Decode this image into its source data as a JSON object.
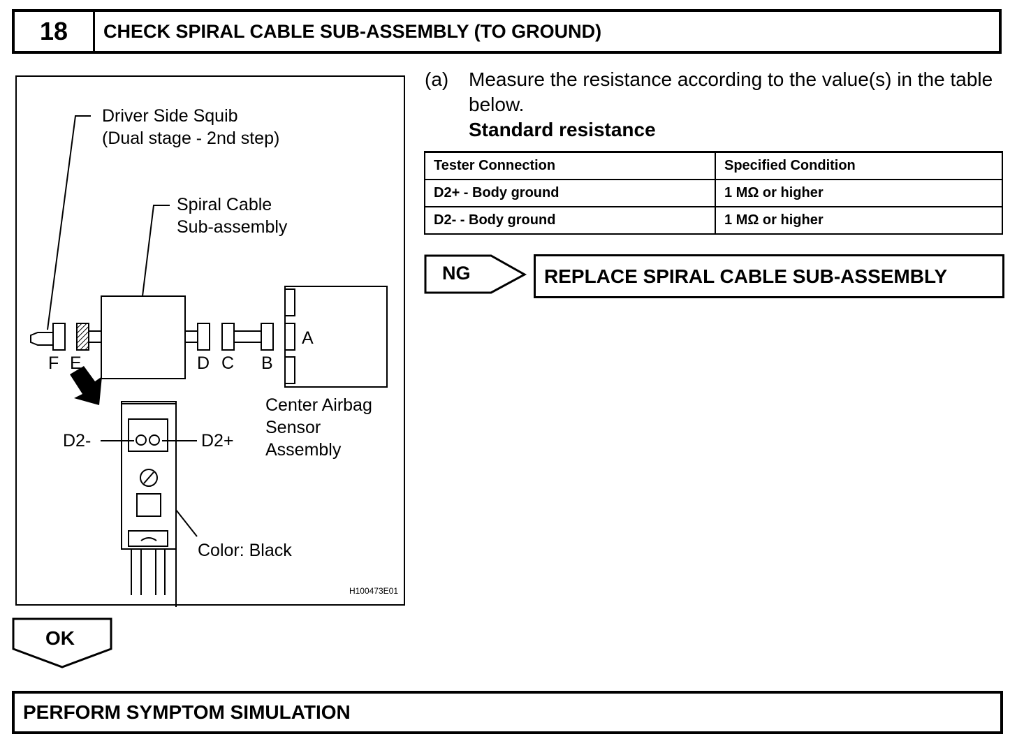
{
  "step": {
    "number": "18",
    "title": "CHECK SPIRAL CABLE SUB-ASSEMBLY (TO GROUND)"
  },
  "figure": {
    "labels": {
      "driver_squib": "Driver Side Squib\n(Dual stage - 2nd step)",
      "spiral_cable": "Spiral Cable\nSub-assembly",
      "connector_a": "A",
      "connector_b": "B",
      "connector_c": "C",
      "connector_d": "D",
      "connector_e": "E",
      "connector_f": "F",
      "airbag_sensor": "Center Airbag\nSensor\nAssembly",
      "d2_minus": "D2-",
      "d2_plus": "D2+",
      "color": "Color: Black"
    },
    "code": "H100473E01"
  },
  "instruction": {
    "marker": "(a)",
    "text": "Measure the resistance according to the value(s) in the table below.",
    "subheading": "Standard resistance"
  },
  "table": {
    "headers": [
      "Tester Connection",
      "Specified Condition"
    ],
    "rows": [
      [
        "D2+ - Body ground",
        "1 MΩ or higher"
      ],
      [
        "D2- - Body ground",
        "1 MΩ or higher"
      ]
    ]
  },
  "ng": {
    "label": "NG",
    "action": "REPLACE SPIRAL CABLE SUB-ASSEMBLY"
  },
  "ok": {
    "label": "OK",
    "action": "PERFORM SYMPTOM SIMULATION"
  }
}
